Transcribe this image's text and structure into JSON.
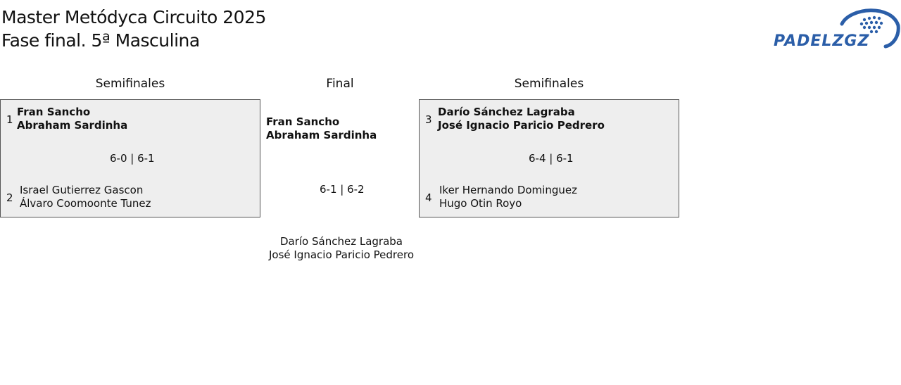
{
  "header": {
    "title_line1": "Master Metódyca Circuito 2025",
    "title_line2": "Fase final. 5ª Masculina"
  },
  "logo": {
    "text": "PADELZGZ",
    "color": "#2b5ea8"
  },
  "columns": {
    "left": "Semifinales",
    "center": "Final",
    "right": "Semifinales"
  },
  "semifinal_left": {
    "team1": {
      "seed": "1",
      "player1": "Fran Sancho",
      "player2": "Abraham Sardinha"
    },
    "score": "6-0 | 6-1",
    "team2": {
      "seed": "2",
      "player1": "Israel Gutierrez Gascon",
      "player2": "Álvaro Coomoonte Tunez"
    }
  },
  "final": {
    "winner": {
      "player1": "Fran Sancho",
      "player2": "Abraham Sardinha"
    },
    "score": "6-1 | 6-2",
    "loser": {
      "player1": "Darío Sánchez Lagraba",
      "player2": "José Ignacio Paricio Pedrero"
    }
  },
  "semifinal_right": {
    "team1": {
      "seed": "3",
      "player1": "Darío Sánchez Lagraba",
      "player2": "José Ignacio Paricio Pedrero"
    },
    "score": "6-4 | 6-1",
    "team2": {
      "seed": "4",
      "player1": "Iker Hernando Dominguez",
      "player2": "Hugo Otin Royo"
    }
  },
  "colors": {
    "box_bg": "#eeeeee",
    "box_border": "#555555",
    "logo_blue": "#2b5ea8"
  }
}
